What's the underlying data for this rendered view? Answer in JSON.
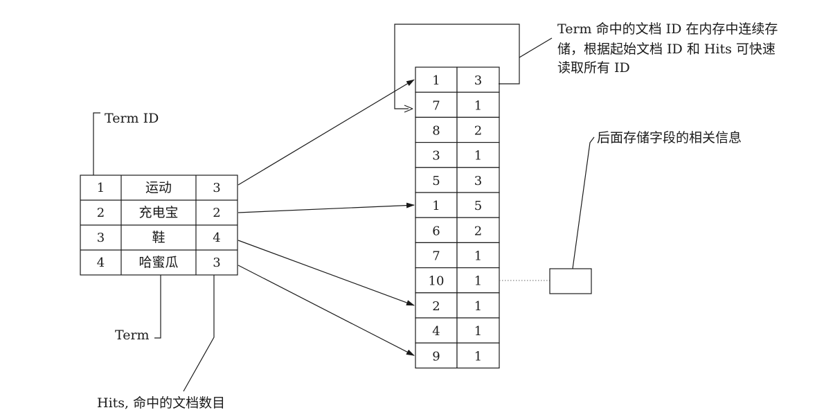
{
  "term_table": {
    "rows": [
      {
        "id": "1",
        "term": "运动",
        "hits": "3"
      },
      {
        "id": "2",
        "term": "充电宝",
        "hits": "2"
      },
      {
        "id": "3",
        "term": "鞋",
        "hits": "4"
      },
      {
        "id": "4",
        "term": "哈蜜瓜",
        "hits": "3"
      }
    ]
  },
  "postings": {
    "rows": [
      {
        "doc_id": "1",
        "hits": "3"
      },
      {
        "doc_id": "7",
        "hits": "1"
      },
      {
        "doc_id": "8",
        "hits": "2"
      },
      {
        "doc_id": "3",
        "hits": "1"
      },
      {
        "doc_id": "5",
        "hits": "3"
      },
      {
        "doc_id": "1",
        "hits": "5"
      },
      {
        "doc_id": "6",
        "hits": "2"
      },
      {
        "doc_id": "7",
        "hits": "1"
      },
      {
        "doc_id": "10",
        "hits": "1"
      },
      {
        "doc_id": "2",
        "hits": "1"
      },
      {
        "doc_id": "4",
        "hits": "1"
      },
      {
        "doc_id": "9",
        "hits": "1"
      }
    ]
  },
  "annotations": {
    "term_id": "Term ID",
    "term": "Term",
    "hits": "Hits, 命中的文档数目",
    "memory_note_line1": "Term 命中的文档 ID 在内存中连续存",
    "memory_note_line2": "储，根据起始文档 ID 和 Hits 可快速",
    "memory_note_line3": "读取所有 ID",
    "field_info": "后面存储字段的相关信息"
  },
  "edges": [
    {
      "from_term_row": 0,
      "to_posting_row": 0
    },
    {
      "from_term_row": 1,
      "to_posting_row": 5
    },
    {
      "from_term_row": 2,
      "to_posting_row": 9
    },
    {
      "from_term_row": 3,
      "to_posting_row": 11
    }
  ]
}
